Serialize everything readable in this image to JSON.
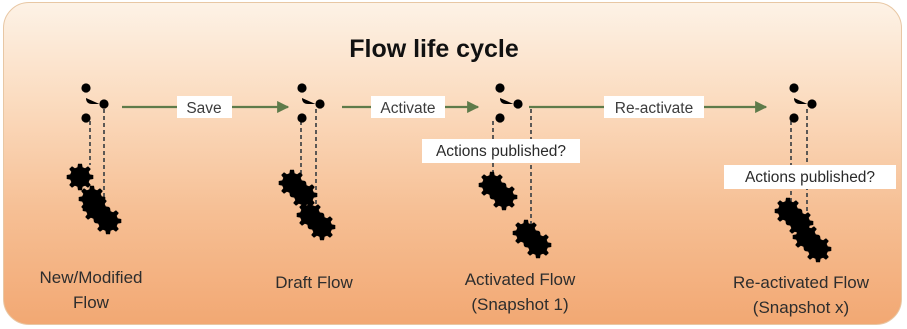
{
  "title": "Flow life cycle",
  "nodes": [
    {
      "label_lines": [
        "New/Modified",
        "Flow"
      ]
    },
    {
      "label_lines": [
        "Draft Flow"
      ]
    },
    {
      "label_lines": [
        "Activated Flow",
        "(Snapshot 1)"
      ]
    },
    {
      "label_lines": [
        "Re-activated Flow",
        "(Snapshot x)"
      ]
    }
  ],
  "transitions": [
    {
      "label": "Save"
    },
    {
      "label": "Activate"
    },
    {
      "label": "Re-activate"
    }
  ],
  "questions": [
    {
      "label": "Actions published?"
    },
    {
      "label": "Actions published?"
    }
  ],
  "colors": {
    "icon": "#1c8fd3",
    "arrow": "#5e7b4a",
    "panel_top": "#fdf2e6",
    "panel_bottom": "#f2a873"
  },
  "icons": {
    "flow": "flow-branch-icon",
    "action": "gear-icon"
  }
}
